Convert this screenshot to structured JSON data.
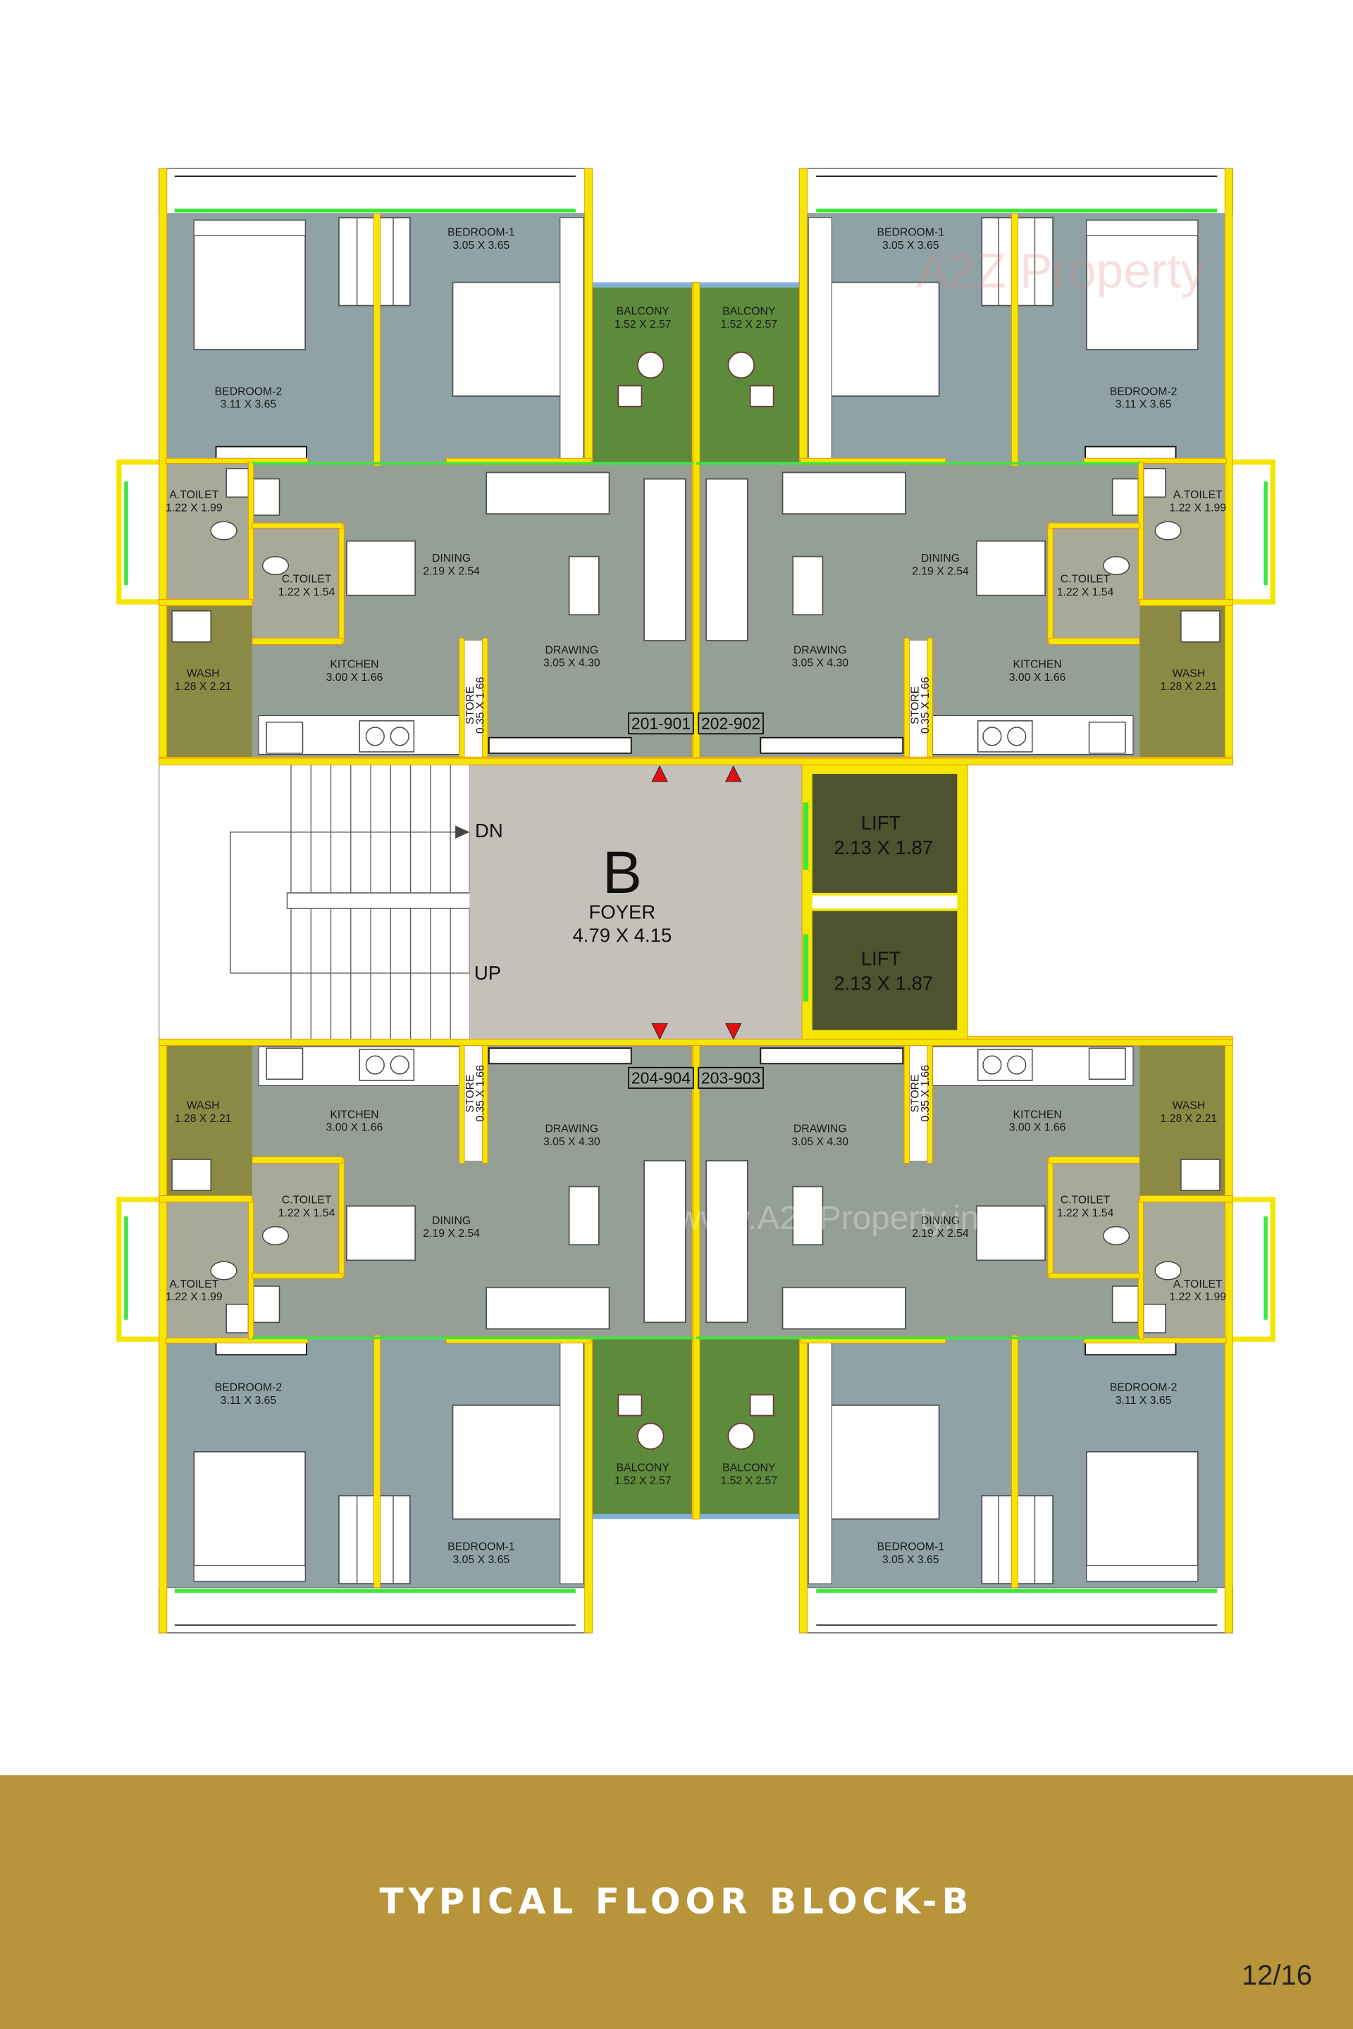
{
  "title": "TYPICAL FLOOR BLOCK-B",
  "page": "12/16",
  "watermarks": [
    "A2Z Property",
    "www.A2ZProperty.in"
  ],
  "core": {
    "block": "B",
    "foyer": {
      "name": "FOYER",
      "size": "4.79 X 4.15"
    },
    "lifts": [
      {
        "name": "LIFT",
        "size": "2.13 X 1.87"
      },
      {
        "name": "LIFT",
        "size": "2.13 X 1.87"
      }
    ],
    "stair": {
      "down": "DN",
      "up": "UP"
    }
  },
  "flats": [
    {
      "unit": "201-901",
      "rooms": [
        {
          "name": "BEDROOM-1",
          "size": "3.05 X 3.65"
        },
        {
          "name": "BEDROOM-2",
          "size": "3.11 X 3.65"
        },
        {
          "name": "BALCONY",
          "size": "1.52 X 2.57"
        },
        {
          "name": "A.TOILET",
          "size": "1.22 X 1.99"
        },
        {
          "name": "C.TOILET",
          "size": "1.22 X 1.54"
        },
        {
          "name": "DINING",
          "size": "2.19 X 2.54"
        },
        {
          "name": "DRAWING",
          "size": "3.05 X 4.30"
        },
        {
          "name": "KITCHEN",
          "size": "3.00 X 1.66"
        },
        {
          "name": "WASH",
          "size": "1.28 X 2.21"
        },
        {
          "name": "STORE",
          "size": "0.35 X 1.66"
        }
      ]
    },
    {
      "unit": "202-902",
      "rooms": [
        {
          "name": "BEDROOM-1",
          "size": "3.05 X 3.65"
        },
        {
          "name": "BEDROOM-2",
          "size": "3.11 X 3.65"
        },
        {
          "name": "BALCONY",
          "size": "1.52 X 2.57"
        },
        {
          "name": "A.TOILET",
          "size": "1.22 X 1.99"
        },
        {
          "name": "C.TOILET",
          "size": "1.22 X 1.54"
        },
        {
          "name": "DINING",
          "size": "2.19 X 2.54"
        },
        {
          "name": "DRAWING",
          "size": "3.05 X 4.30"
        },
        {
          "name": "KITCHEN",
          "size": "3.00 X 1.66"
        },
        {
          "name": "WASH",
          "size": "1.28 X 2.21"
        },
        {
          "name": "STORE",
          "size": "0.35 X 1.66"
        }
      ]
    },
    {
      "unit": "204-904",
      "rooms": [
        {
          "name": "BEDROOM-1",
          "size": "3.05 X 3.65"
        },
        {
          "name": "BEDROOM-2",
          "size": "3.11 X 3.65"
        },
        {
          "name": "BALCONY",
          "size": "1.52 X 2.57"
        },
        {
          "name": "A.TOILET",
          "size": "1.22 X 1.99"
        },
        {
          "name": "C.TOILET",
          "size": "1.22 X 1.54"
        },
        {
          "name": "DINING",
          "size": "2.19 X 2.54"
        },
        {
          "name": "DRAWING",
          "size": "3.05 X 4.30"
        },
        {
          "name": "KITCHEN",
          "size": "3.00 X 1.66"
        },
        {
          "name": "WASH",
          "size": "1.28 X 2.21"
        },
        {
          "name": "STORE",
          "size": "0.35 X 1.66"
        }
      ]
    },
    {
      "unit": "203-903",
      "rooms": [
        {
          "name": "BEDROOM-1",
          "size": "3.05 X 3.65"
        },
        {
          "name": "BEDROOM-2",
          "size": "3.11 X 3.65"
        },
        {
          "name": "BALCONY",
          "size": "1.52 X 2.57"
        },
        {
          "name": "A.TOILET",
          "size": "1.22 X 1.99"
        },
        {
          "name": "C.TOILET",
          "size": "1.22 X 1.54"
        },
        {
          "name": "DINING",
          "size": "2.19 X 2.54"
        },
        {
          "name": "DRAWING",
          "size": "3.05 X 4.30"
        },
        {
          "name": "KITCHEN",
          "size": "3.00 X 1.66"
        },
        {
          "name": "WASH",
          "size": "1.28 X 2.21"
        },
        {
          "name": "STORE",
          "size": "0.35 X 1.66"
        }
      ]
    }
  ],
  "colors": {
    "wall": "#f5e600",
    "bedroom": "#8fa3a6",
    "living": "#959f96",
    "toilet": "#a9a99a",
    "wash": "#8b8a45",
    "balcony": "#5e8a3c",
    "foyer": "#c5c0b9",
    "lift": "#4f5230",
    "window": "#3ee63e",
    "arrow": "#e01010",
    "footer": "#b8943a"
  }
}
